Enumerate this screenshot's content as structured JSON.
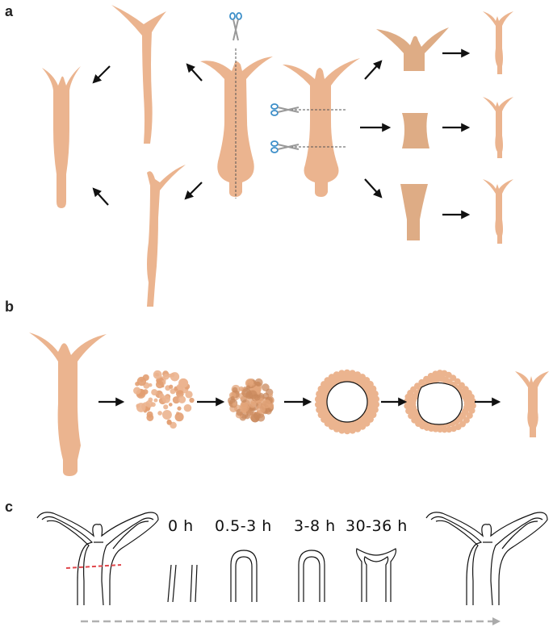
{
  "panels": {
    "a": {
      "label": "a"
    },
    "b": {
      "label": "b"
    },
    "c": {
      "label": "c",
      "time_points": [
        "0 h",
        "0.5-3 h",
        "3-8 h",
        "30-36 h"
      ]
    }
  },
  "colors": {
    "body": "#ebb48f",
    "fragment": "#deac85",
    "cell_dark": "#c98a5e",
    "cut_line_red": "#e0474c",
    "scissors_blue": "#3d8fc9",
    "timeline_arrow": "#b0b0b0"
  },
  "icons": [
    "scissors-icon",
    "arrow-icon"
  ]
}
